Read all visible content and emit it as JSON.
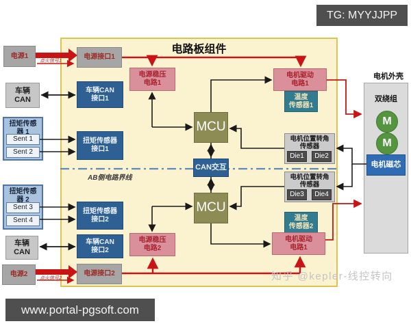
{
  "header": {
    "tg_badge": "TG: MYYJJPP"
  },
  "footer": {
    "site": "www.portal-pgsoft.com",
    "watermark": "知乎 @kepler-线控转向"
  },
  "board": {
    "title": "电路板组件",
    "boundary_label": "AB侧电路界线",
    "power_interface_1": "电源接口1",
    "can_interface_1": "车辆CAN\n接口1",
    "torque_interface_1": "扭矩传感器\n接口1",
    "torque_interface_2": "扭矩传感器\n接口2",
    "can_interface_2": "车辆CAN\n接口2",
    "power_interface_2": "电源接口2",
    "regulator_1": "电源稳压\n电路1",
    "regulator_2": "电源稳压\n电路2",
    "mcu_1": "MCU",
    "mcu_2": "MCU",
    "can_link": "CAN交互",
    "motor_drive_1": "电机驱动\n电路1",
    "motor_drive_2": "电机驱动\n电路1",
    "temp_sensor_1": "温度\n传感器1",
    "temp_sensor_2": "温度\n传感器2",
    "position_sensor_a": "电机位置转角\n传感器",
    "position_sensor_b": "电机位置转角\n传感器",
    "die1": "Die1",
    "die2": "Die2",
    "die3": "Die3",
    "die4": "Die4"
  },
  "external": {
    "power_1": "电源1",
    "power_2": "电源2",
    "vehicle_can_1": "车辆\nCAN",
    "vehicle_can_2": "车辆\nCAN",
    "torque_sensor_1": "扭矩传感\n器 1",
    "torque_sensor_2": "扭矩传感\n器 2",
    "sent1": "Sent 1",
    "sent2": "Sent 2",
    "sent3": "Sent 3",
    "sent4": "Sent 4",
    "ignition_1": "点火信号1",
    "ignition_2": "点火信号2"
  },
  "motor": {
    "housing_label": "电机外壳",
    "winding_label": "双绕组",
    "m_label": "M",
    "core_label": "电机磁芯"
  },
  "colors": {
    "board_bg": "#fbf2d0",
    "board_border": "#dfc24f",
    "interface_blue": "#2e6094",
    "pink": "#d9909a",
    "mcu_olive": "#8d8c55",
    "teal": "#317c90",
    "motor_green": "#55953f",
    "core_blue": "#2f6cb3",
    "power_red": "#c81414",
    "boundary_blue": "#5f8ab8"
  }
}
